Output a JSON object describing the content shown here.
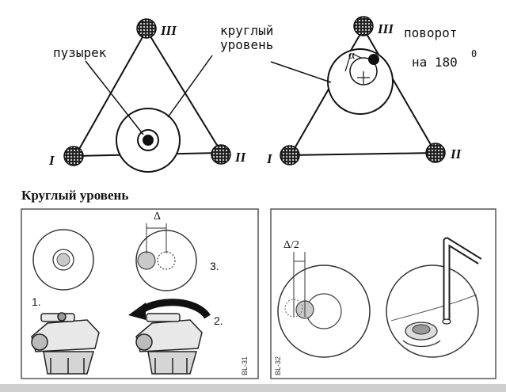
{
  "top_left": {
    "vertex_top": "III",
    "vertex_left": "I",
    "vertex_right": "II",
    "label_bubble": "пузырек",
    "label_level_line1": "круглый",
    "label_level_line2": "уровень"
  },
  "top_right": {
    "vertex_top": "III",
    "vertex_left": "I",
    "vertex_right": "II",
    "angle_symbol": "α",
    "rotation_line1": "поворот",
    "rotation_line2": "на 180",
    "rotation_degree": "0"
  },
  "section_title": "Круглый уровень",
  "panel_left": {
    "delta_label": "Δ",
    "step1": "1.",
    "step2": "2.",
    "step3": "3.",
    "figure_code": "BL-31"
  },
  "panel_right": {
    "delta_half_label": "Δ/2",
    "figure_code": "BL-32"
  },
  "colors": {
    "ink": "#111111",
    "bubble_fill": "#c9c9c9",
    "panel_border": "#555555",
    "bottom_band": "#cfcfcf"
  }
}
